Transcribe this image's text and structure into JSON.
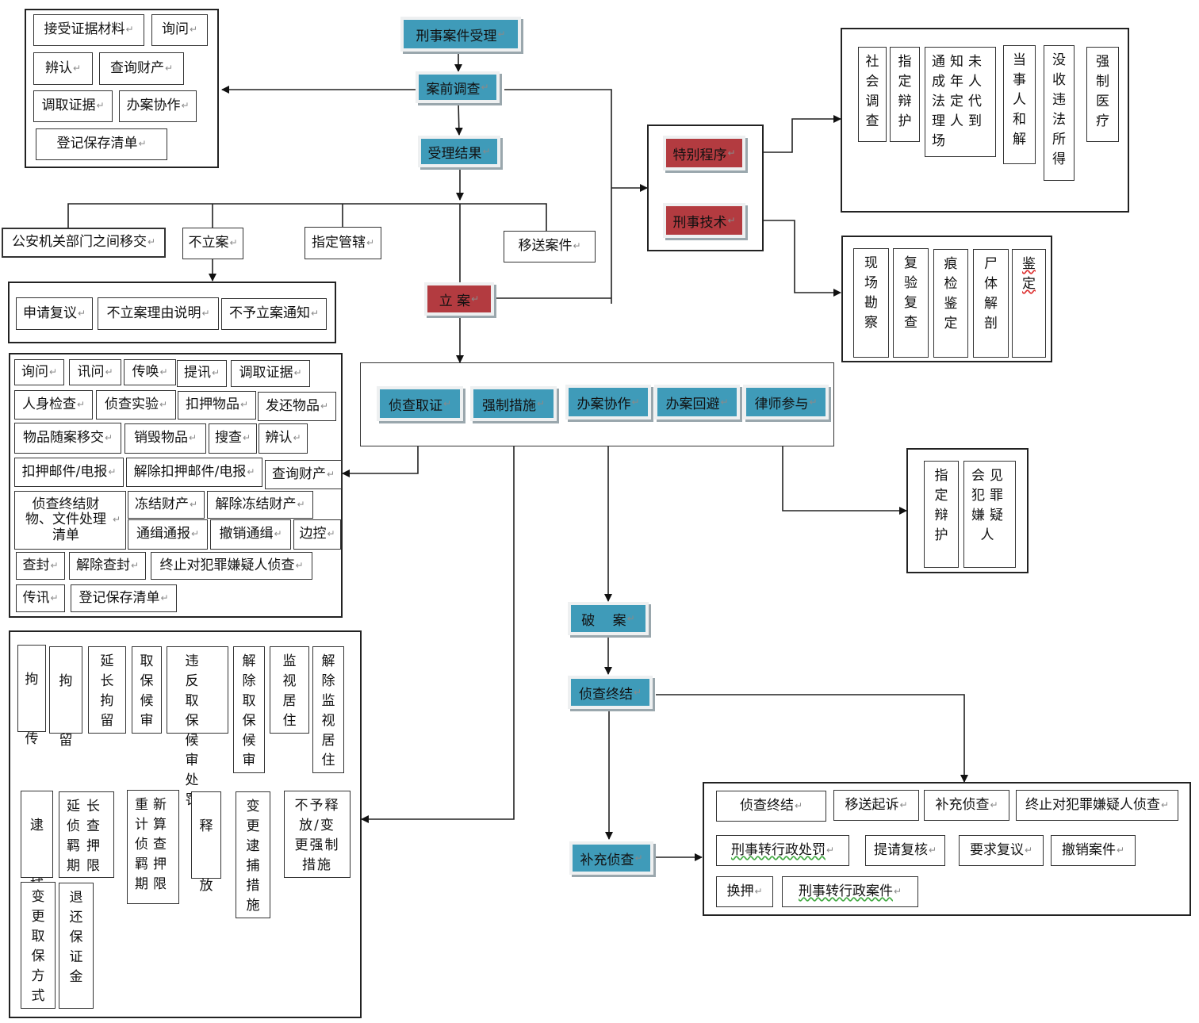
{
  "flow": {
    "accept": "刑事案件受理",
    "pre_investigation": "案前调查",
    "accept_result": "受理结果",
    "file_case": "立 案",
    "special_procedure": "特别程序",
    "criminal_tech": "刑事技术",
    "solve_case": "破　 案",
    "investigation_end": "侦查终结",
    "supplementary": "补充侦查"
  },
  "pre_investigation_items": [
    "接受证据材料",
    "询问",
    "辨认",
    "查询财产",
    "调取证据",
    "办案协作",
    "登记保存清单"
  ],
  "accept_result_branches": [
    "公安机关部门之间移交",
    "不立案",
    "指定管辖",
    "移送案件"
  ],
  "no_case_items": [
    "申请复议",
    "不立案理由说明",
    "不予立案通知"
  ],
  "special_procedure_items": [
    {
      "label": "社会调查"
    },
    {
      "label": "指定辩护"
    },
    {
      "label": "通知未成年人法定代理人到场"
    },
    {
      "label": "当事人和解"
    },
    {
      "label": "没收违法所得"
    },
    {
      "label": "强制医疗"
    }
  ],
  "criminal_tech_items": [
    "现场勘察",
    "复验复查",
    "痕检鉴定",
    "尸体解剖",
    "鉴定"
  ],
  "case_stage_nodes": [
    "侦查取证",
    "强制措施",
    "办案协作",
    "办案回避",
    "律师参与"
  ],
  "investigation_items": [
    [
      "询问",
      "讯问",
      "传唤",
      "提讯",
      "调取证据"
    ],
    [
      "人身检查",
      "侦查实验",
      "扣押物品",
      "发还物品"
    ],
    [
      "物品随案移交",
      "销毁物品",
      "搜查",
      "辨认"
    ],
    [
      "扣押邮件/电报",
      "解除扣押邮件/电报",
      "查询财产"
    ],
    [
      "侦查终结财物、文件处理清单",
      "冻结财产",
      "解除冻结财产",
      "通缉通报",
      "撤销通缉",
      "边控"
    ],
    [
      "查封",
      "解除查封",
      "终止对犯罪嫌疑人侦查"
    ],
    [
      "传讯",
      "登记保存清单"
    ]
  ],
  "lawyer_items": [
    "指定辩护",
    "会见犯罪嫌疑人"
  ],
  "coercive_items_row1": [
    "拘传",
    "拘留",
    "延长拘留",
    "取保候审",
    "违反取保候审处罚",
    "解除取保候审",
    "监视居住",
    "解除监视居住"
  ],
  "coercive_items_row2": [
    "逮捕",
    "延长侦查羁押期限",
    "重新计算侦查羁押期限",
    "释放",
    "变更逮捕措施",
    "不予释放/变更强制措施"
  ],
  "coercive_items_row3": [
    "变更取保方式",
    "退还保证金"
  ],
  "end_items": [
    [
      "侦查终结",
      "移送起诉",
      "补充侦查",
      "终止对犯罪嫌疑人侦查"
    ],
    [
      "刑事转行政处罚",
      "提请复核",
      "要求复议",
      "撤销案件"
    ],
    [
      "换押",
      "刑事转行政案件"
    ]
  ],
  "paragraph_mark": "↵",
  "colors": {
    "node_blue": "#3f9bb9",
    "node_red": "#b33b40"
  }
}
